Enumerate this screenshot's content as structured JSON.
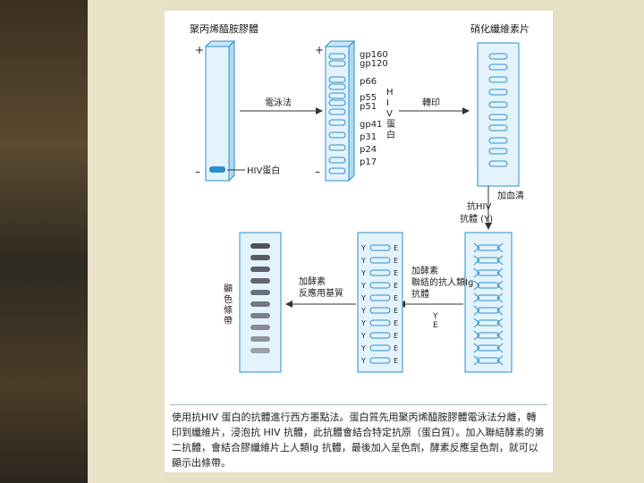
{
  "diagram": {
    "col1_title": "聚丙烯醯胺膠體",
    "col3_title": "硝化纖維素片",
    "plus_sign": "+",
    "minus_sign": "–",
    "hiv_protein_label": "HIV蛋白",
    "electrophoresis_label": "電泳法",
    "transfer_label": "轉印",
    "protein_labels": [
      "gp160",
      "gp120",
      "p66",
      "p55",
      "p51",
      "gp41",
      "p31",
      "p24",
      "p17"
    ],
    "hiv_protein_vertical": "HIV蛋白",
    "add_serum_label": "加血清",
    "anti_hiv_label": "抗HIV",
    "antibody_y_label": "抗體 (Y)",
    "enzyme_label_lines": [
      "加酵素",
      "聯結的抗人類Ig",
      "抗體"
    ],
    "substrate_label_lines": [
      "加酵素",
      "反應用基質"
    ],
    "color_band_vertical": "顯色條帶",
    "y_mark": "Y",
    "e_mark": "E",
    "accent_blue": "#2a8fd0",
    "strip_fill": "#e4f3fb",
    "band_gray": "#555b66"
  },
  "caption": {
    "lines": [
      "使用抗HIV 蛋白的抗體進行西方墨點法。蛋白質先用聚丙烯醯胺膠體電泳法分離，轉",
      "印到纖維片，浸泡抗 HIV 抗體，此抗體會結合特定抗原（蛋白質）。加入聯結酵素的第",
      "二抗體，會結合膠纖維片上人類Ig 抗體，最後加入呈色劑，酵素反應呈色劑，就可以",
      "顯示出條帶。"
    ]
  }
}
